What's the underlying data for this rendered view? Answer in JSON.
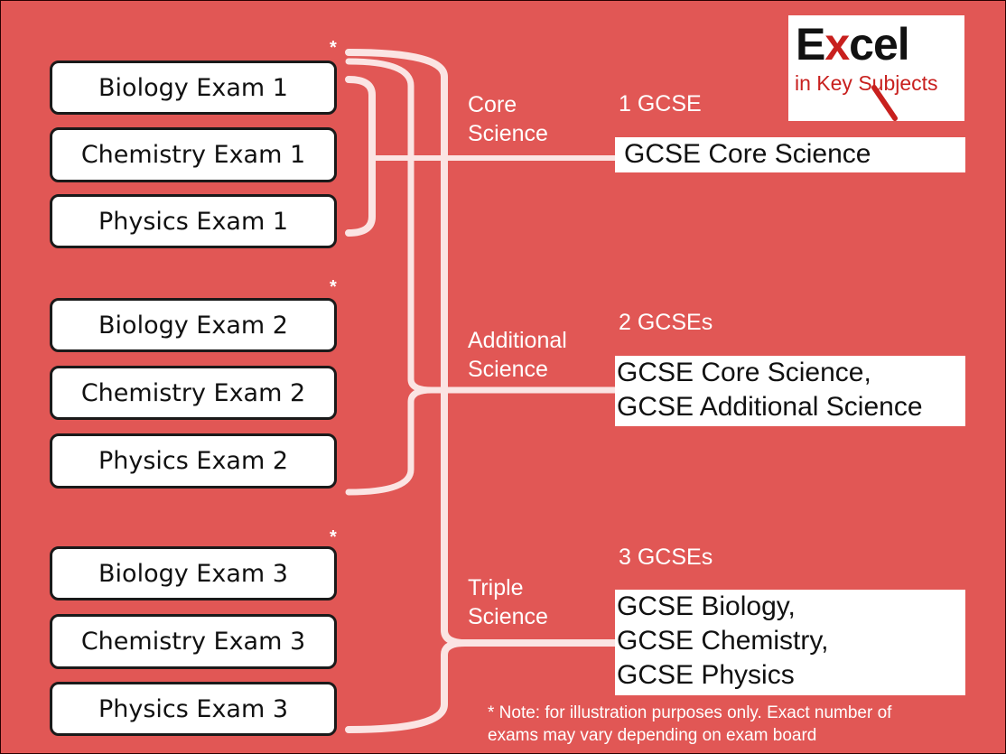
{
  "exams": [
    {
      "label": "Biology Exam 1"
    },
    {
      "label": "Chemistry Exam 1"
    },
    {
      "label": "Physics Exam 1"
    },
    {
      "label": "Biology Exam 2"
    },
    {
      "label": "Chemistry Exam 2"
    },
    {
      "label": "Physics Exam 2"
    },
    {
      "label": "Biology Exam 3"
    },
    {
      "label": "Chemistry Exam 3"
    },
    {
      "label": "Physics Exam 3"
    }
  ],
  "asterisk": "*",
  "routes": [
    {
      "line1": "Core",
      "line2": "Science",
      "count": "1 GCSE",
      "result": [
        "GCSE Core Science"
      ]
    },
    {
      "line1": "Additional",
      "line2": "Science",
      "count": "2 GCSEs",
      "result": [
        "GCSE Core Science,",
        "GCSE Additional Science"
      ]
    },
    {
      "line1": "Triple",
      "line2": "Science",
      "count": "3 GCSEs",
      "result": [
        "GCSE Biology,",
        "GCSE Chemistry,",
        "GCSE Physics"
      ]
    }
  ],
  "note": {
    "line1": "* Note: for illustration purposes only. Exact number of",
    "line2": "exams may vary depending on exam board"
  },
  "logo": {
    "title_e": "E",
    "title_x": "x",
    "title_rest": "cel",
    "subtitle": "in Key Subjects"
  },
  "colors": {
    "background": "#e15755",
    "bracket": "#ffffff",
    "logo_accent": "#c8201e"
  }
}
